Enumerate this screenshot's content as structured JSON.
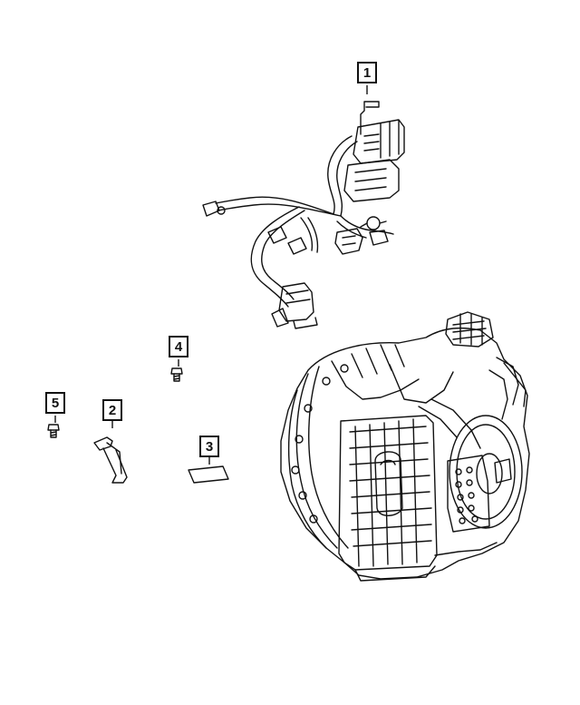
{
  "callouts": [
    {
      "number": "1",
      "part": "wiring-harness"
    },
    {
      "number": "2",
      "part": "bracket"
    },
    {
      "number": "3",
      "part": "label"
    },
    {
      "number": "4",
      "part": "bolt"
    },
    {
      "number": "5",
      "part": "bolt"
    }
  ],
  "colors": {
    "line": "#111111",
    "background": "#ffffff"
  }
}
